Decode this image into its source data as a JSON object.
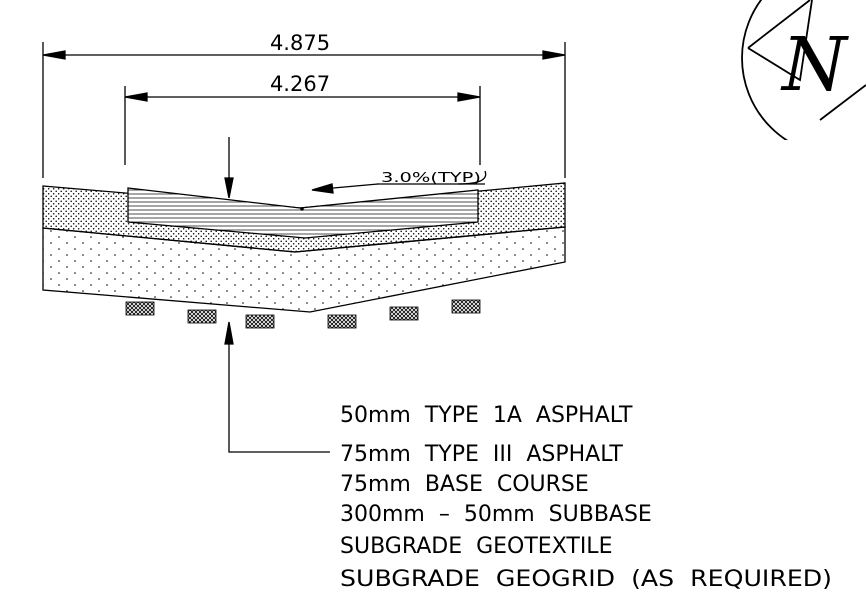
{
  "dimensions": {
    "overall_width": "4.875",
    "pavement_width": "4.267"
  },
  "slope_note": "3.0%(TYP)",
  "north_arrow": {
    "letter": "N"
  },
  "layers": [
    "50mm  TYPE  1A  ASPHALT",
    "75mm  TYPE  III  ASPHALT",
    "75mm  BASE  COURSE",
    "300mm  –  50mm  SUBBASE",
    "SUBGRADE  GEOTEXTILE",
    "SUBGRADE  GEOGRID  (AS  REQUIRED)"
  ]
}
